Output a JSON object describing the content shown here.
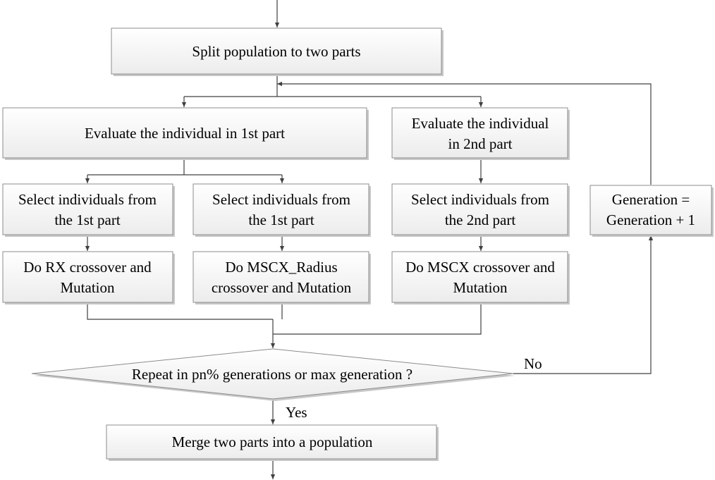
{
  "flowchart": {
    "nodes": {
      "split": {
        "lines": [
          "Split population to two parts"
        ]
      },
      "eval1": {
        "lines": [
          "Evaluate the individual in 1st part"
        ]
      },
      "eval2": {
        "lines": [
          "Evaluate the individual",
          "in 2nd part"
        ]
      },
      "select1a": {
        "lines": [
          "Select individuals from",
          "the 1st part"
        ]
      },
      "select1b": {
        "lines": [
          "Select individuals from",
          "the 1st part"
        ]
      },
      "select2": {
        "lines": [
          "Select individuals from",
          "the 2nd part"
        ]
      },
      "rx": {
        "lines": [
          "Do RX crossover and",
          "Mutation"
        ]
      },
      "mscx_radius": {
        "lines": [
          "Do MSCX_Radius",
          "crossover and Mutation"
        ]
      },
      "mscx": {
        "lines": [
          "Do MSCX crossover and",
          "Mutation"
        ]
      },
      "generation": {
        "lines": [
          "Generation =",
          "Generation + 1"
        ]
      },
      "decision": {
        "lines": [
          "Repeat in pn% generations or max generation ?"
        ]
      },
      "merge": {
        "lines": [
          "Merge two parts into a population"
        ]
      }
    },
    "edge_labels": {
      "no": "No",
      "yes": "Yes"
    }
  }
}
